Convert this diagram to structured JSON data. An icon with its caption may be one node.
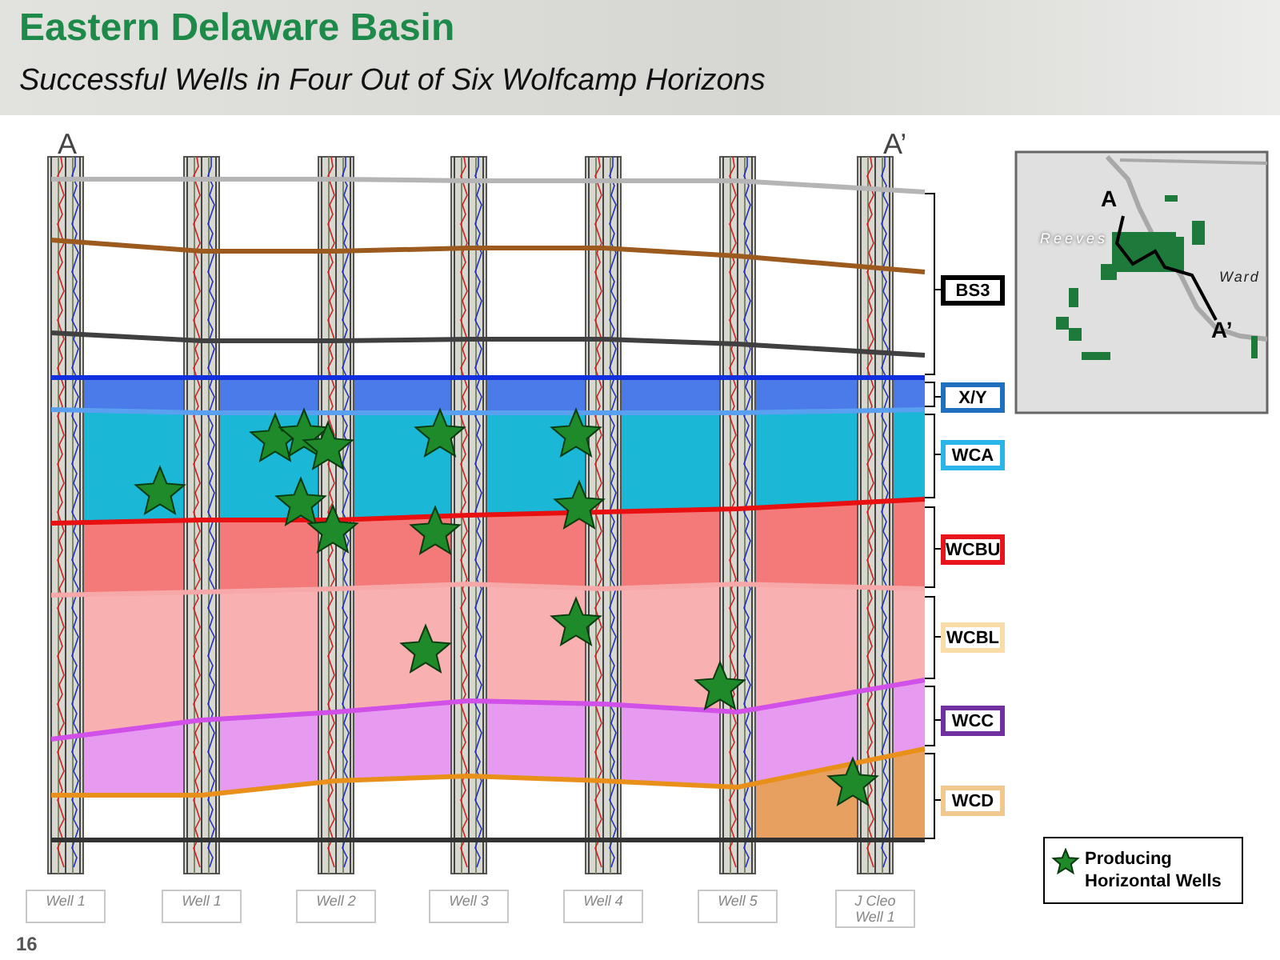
{
  "diagram": {
    "title": "Eastern Delaware Basin",
    "nodes": [
      {
        "text": [
          "BS3"
        ]
      },
      {
        "text": [
          "X/Y"
        ]
      },
      {
        "text": [
          "WCA"
        ]
      },
      {
        "text": [
          "WCBU"
        ]
      },
      {
        "text": [
          "WCBL"
        ]
      },
      {
        "text": [
          "WCC"
        ]
      },
      {
        "text": [
          "WCD"
        ]
      },
      {
        "text": [
          "Well 1"
        ]
      },
      {
        "text": [
          "Well 1"
        ]
      },
      {
        "text": [
          "Well 2"
        ]
      },
      {
        "text": [
          "Well 3"
        ]
      },
      {
        "text": [
          "Well 4"
        ]
      },
      {
        "text": [
          "Well 5"
        ]
      },
      {
        "text": [
          "J Cleo Well 1"
        ]
      }
    ],
    "labels": [
      "Successful Wells in Four Out of Six Wolfcamp Horizons",
      "A",
      "A’",
      "A",
      "Reeves",
      "Ward",
      "A’",
      "16"
    ],
    "legend": [
      {
        "text": "Producing Horizontal Wells"
      }
    ]
  }
}
